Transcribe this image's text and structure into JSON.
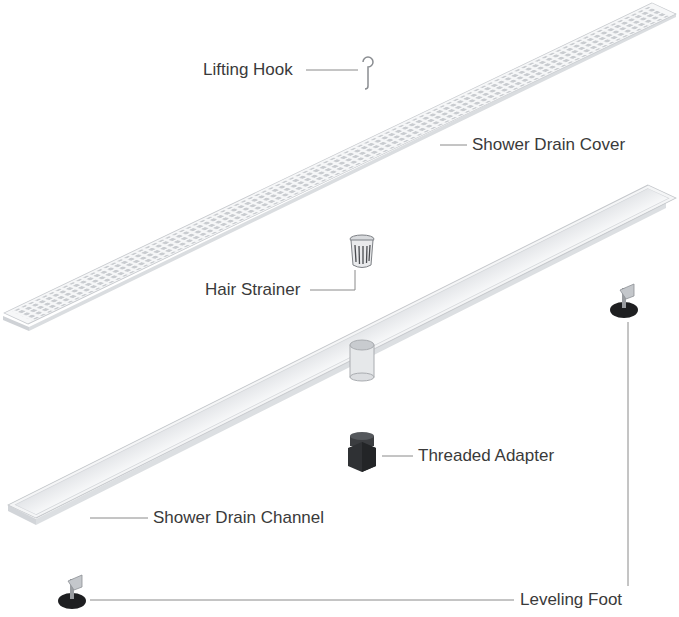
{
  "diagram": {
    "labels": [
      "Lifting Hook",
      "Shower Drain Cover",
      "Hair Strainer",
      "Threaded Adapter",
      "Shower Drain Channel",
      "Leveling Foot"
    ]
  }
}
